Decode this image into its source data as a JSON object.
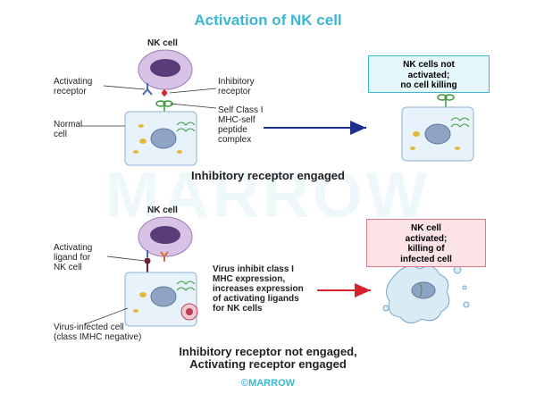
{
  "title": "Activation of NK cell",
  "watermark": "MARROW",
  "footer": "©MARROW",
  "top": {
    "nk_label": "NK cell",
    "activating_receptor": [
      "Activating",
      "receptor"
    ],
    "inhibitory_receptor": [
      "Inhibitory",
      "receptor"
    ],
    "normal_cell": [
      "Normal",
      "cell"
    ],
    "mhc": [
      "Self Class I",
      "MHC-self",
      "peptide",
      "complex"
    ],
    "outcome": [
      "NK cells not",
      "activated;",
      "no cell killing"
    ],
    "caption": "Inhibitory receptor engaged"
  },
  "bottom": {
    "nk_label": "NK cell",
    "activating_ligand": [
      "Activating",
      "ligand for",
      "NK cell"
    ],
    "virus_note": [
      "Virus inhibit class I",
      "MHC expression,",
      "increases expression",
      "of activating ligands",
      "for NK cells"
    ],
    "infected_cell": [
      "Virus-infected cell",
      "(class IMHC negative)"
    ],
    "outcome": [
      "NK cell",
      "activated;",
      "killing of",
      "infected cell"
    ],
    "caption": [
      "Inhibitory receptor not engaged,",
      "Activating receptor engaged"
    ]
  }
}
